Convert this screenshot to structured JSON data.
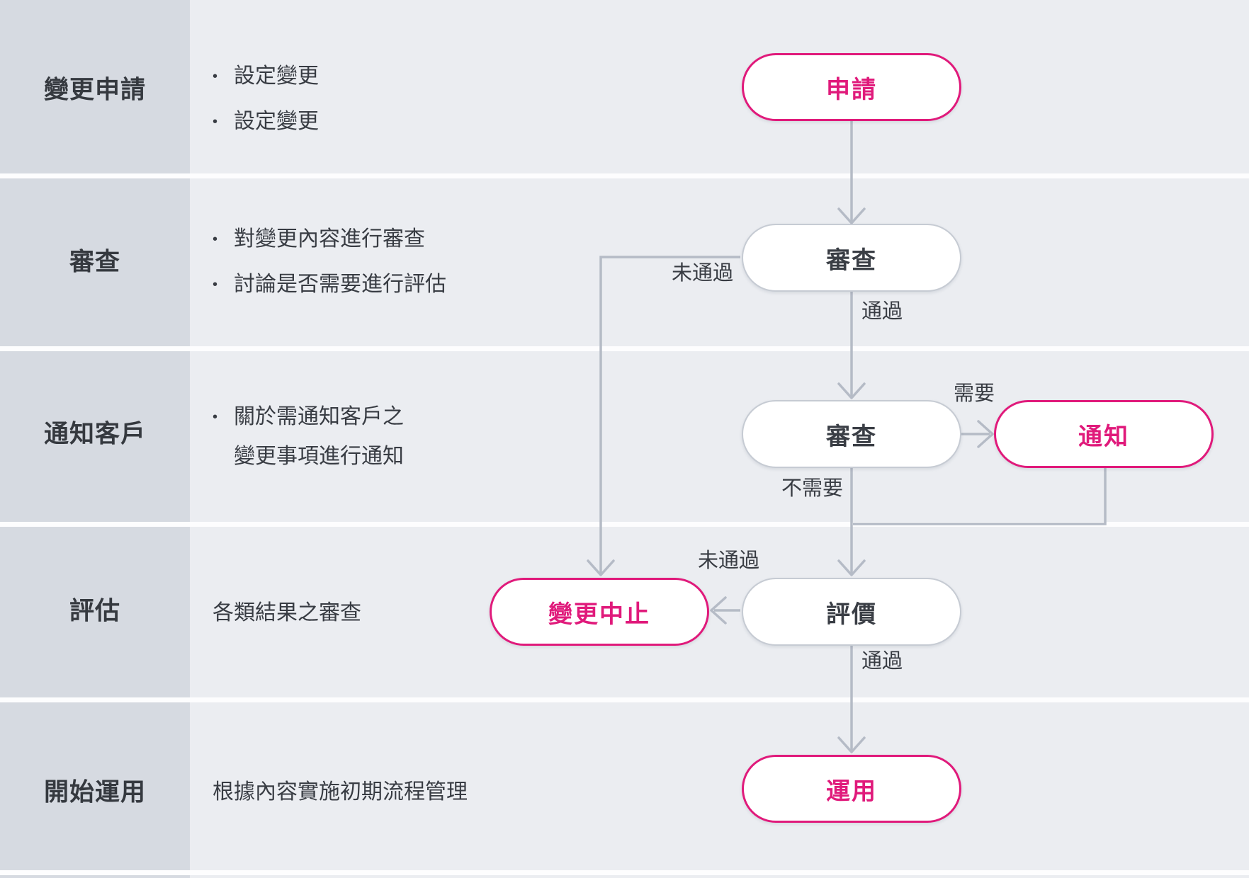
{
  "stages": [
    {
      "label": "變更申請",
      "items": [
        {
          "marker": "•",
          "lines": [
            "設定變更"
          ]
        },
        {
          "marker": "•",
          "lines": [
            "設定變更"
          ]
        }
      ]
    },
    {
      "label": "審查",
      "items": [
        {
          "marker": "•",
          "lines": [
            "對變更內容進行審查"
          ]
        },
        {
          "marker": "•",
          "lines": [
            "討論是否需要進行評估"
          ]
        }
      ]
    },
    {
      "label": "通知客戶",
      "items": [
        {
          "marker": "•",
          "lines": [
            "關於需通知客戶之",
            "變更事項進行通知"
          ]
        }
      ]
    },
    {
      "label": "評估",
      "items": [
        {
          "marker": "",
          "lines": [
            "各類結果之審查"
          ]
        }
      ]
    },
    {
      "label": "開始運用",
      "items": [
        {
          "marker": "",
          "lines": [
            "根據內容實施初期流程管理"
          ]
        }
      ]
    }
  ],
  "nodes": {
    "apply": {
      "label": "申請",
      "style": "accent"
    },
    "review1": {
      "label": "審查",
      "style": "plain"
    },
    "review2": {
      "label": "審查",
      "style": "plain"
    },
    "notify": {
      "label": "通知",
      "style": "accent"
    },
    "abort": {
      "label": "變更中止",
      "style": "accent"
    },
    "evaluate": {
      "label": "評價",
      "style": "plain"
    },
    "operate": {
      "label": "運用",
      "style": "accent"
    }
  },
  "edge_labels": {
    "review1_fail": "未通過",
    "review1_pass": "通過",
    "review2_need": "需要",
    "review2_noneed": "不需要",
    "evaluate_fail": "未通過",
    "evaluate_pass": "通過"
  },
  "colors": {
    "accent": "#e01a7b",
    "line": "#b5bbc6",
    "sidebar_bg": "#d6dae1",
    "main_bg": "#ebedf1",
    "text": "#383c43"
  }
}
